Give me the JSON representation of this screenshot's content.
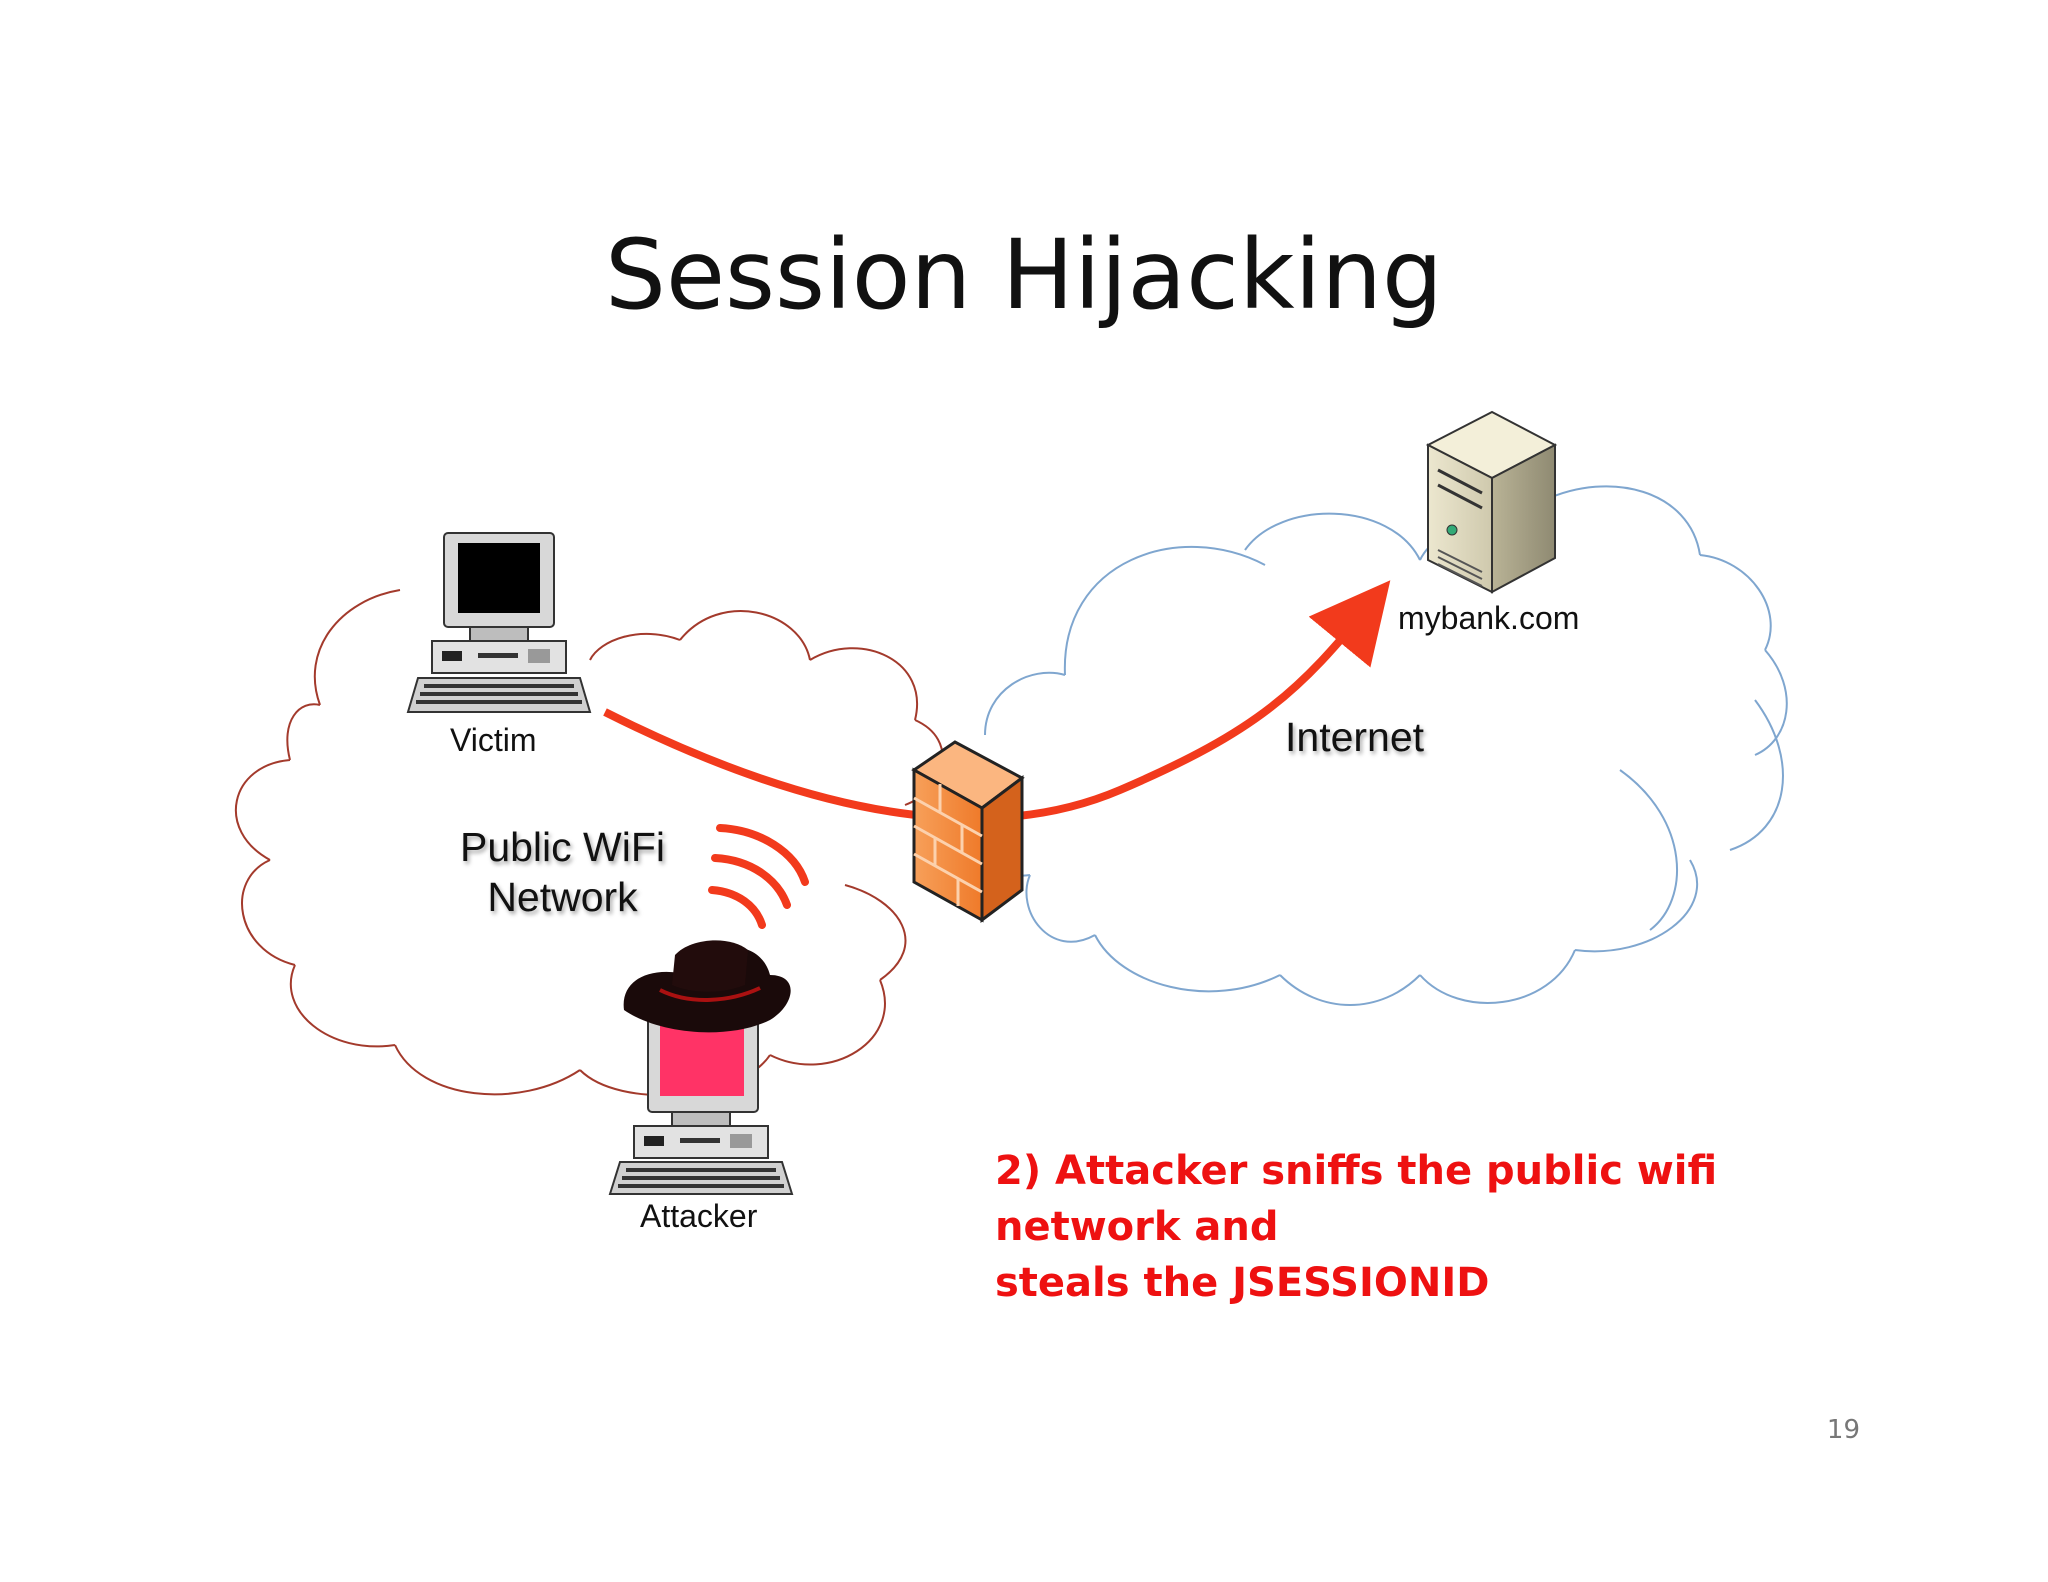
{
  "slide": {
    "title": "Session Hijacking",
    "page_number": "19"
  },
  "diagram": {
    "nodes": {
      "victim": "Victim",
      "attacker": "Attacker",
      "server": "mybank.com",
      "public_network_line1": "Public WiFi",
      "public_network_line2": "Network",
      "internet": "Internet"
    },
    "caption_line1": "2) Attacker sniffs the public wifi network and",
    "caption_line2": "steals the JSESSIONID"
  },
  "icons": {
    "victim": "desktop-computer-icon",
    "attacker": "black-hat-computer-icon",
    "server": "server-tower-icon",
    "firewall": "firewall-brick-icon",
    "signal": "wifi-signal-icon"
  },
  "colors": {
    "flow_arrow": "#f23a1c",
    "caption": "#ee1111",
    "public_cloud_stroke": "#a33a2c",
    "internet_cloud_stroke": "#7fa6cf",
    "firewall": "#f5893c",
    "attacker_screen": "#ff3366"
  }
}
